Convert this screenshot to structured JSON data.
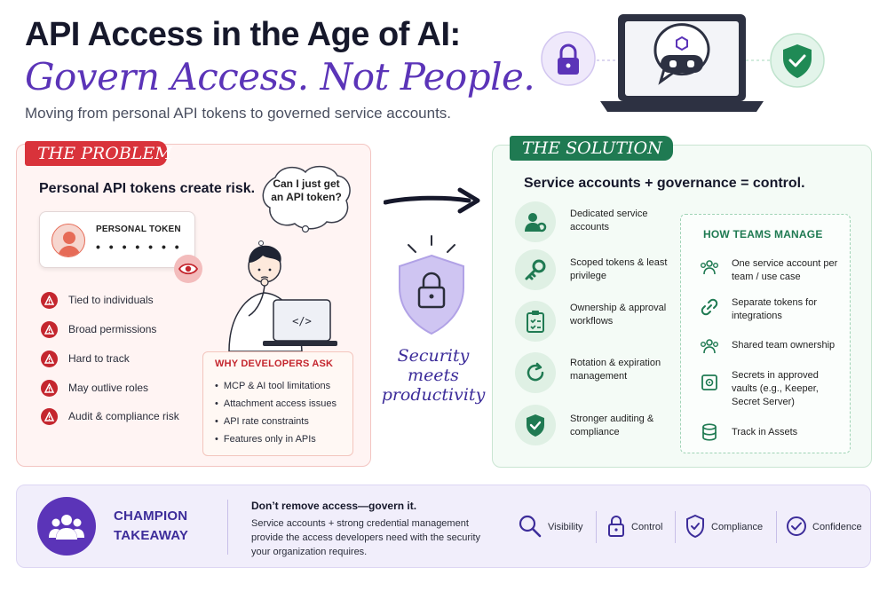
{
  "header": {
    "title_line1": "API Access in the Age of AI:",
    "title_line2": "Govern Access. Not People.",
    "subtitle": "Moving from personal API tokens to governed service accounts."
  },
  "problem": {
    "banner": "THE PROBLEM",
    "headline": "Personal API tokens create risk.",
    "token_label": "PERSONAL TOKEN",
    "token_mask": "• • • • • • •",
    "speech_bubble": "Can I just get an API token?",
    "risks": [
      "Tied to individuals",
      "Broad permissions",
      "Hard to track",
      "May outlive roles",
      "Audit & compliance risk"
    ],
    "why_title": "WHY DEVELOPERS ASK",
    "why_items": [
      "MCP & AI tool limitations",
      "Attachment access issues",
      "API rate constraints",
      "Features only in APIs"
    ]
  },
  "center": {
    "tagline_line1": "Security",
    "tagline_line2": "meets",
    "tagline_line3": "productivity"
  },
  "solution": {
    "banner": "THE SOLUTION",
    "headline": "Service accounts + governance = control.",
    "items": [
      {
        "label": "Dedicated service accounts",
        "icon": "user-gear-icon"
      },
      {
        "label": "Scoped tokens & least privilege",
        "icon": "key-icon"
      },
      {
        "label": "Ownership & approval workflows",
        "icon": "clipboard-check-icon"
      },
      {
        "label": "Rotation & expiration management",
        "icon": "rotate-icon"
      },
      {
        "label": "Stronger auditing & compliance",
        "icon": "shield-check-icon"
      }
    ],
    "manage_title": "HOW TEAMS MANAGE",
    "manage_items": [
      {
        "label": "One service account per team / use case",
        "icon": "team-icon"
      },
      {
        "label": "Separate tokens for integrations",
        "icon": "link-icon"
      },
      {
        "label": "Shared team ownership",
        "icon": "team-icon"
      },
      {
        "label": "Secrets in approved vaults (e.g., Keeper, Secret Server)",
        "icon": "vault-icon"
      },
      {
        "label": "Track in Assets",
        "icon": "database-icon"
      }
    ]
  },
  "takeaway": {
    "label_line1": "CHAMPION",
    "label_line2": "TAKEAWAY",
    "headline": "Don’t remove access—govern it.",
    "body": "Service accounts + strong credential management provide the access developers need with the security your organization requires.",
    "pillars": [
      {
        "label": "Visibility",
        "icon": "magnifier-icon"
      },
      {
        "label": "Control",
        "icon": "lock-icon"
      },
      {
        "label": "Compliance",
        "icon": "shield-check-icon"
      },
      {
        "label": "Confidence",
        "icon": "check-circle-icon"
      }
    ]
  },
  "colors": {
    "title_dark": "#16182b",
    "accent_purple": "#5b34b8",
    "problem_red": "#d9333b",
    "solution_green": "#1f7a52"
  }
}
